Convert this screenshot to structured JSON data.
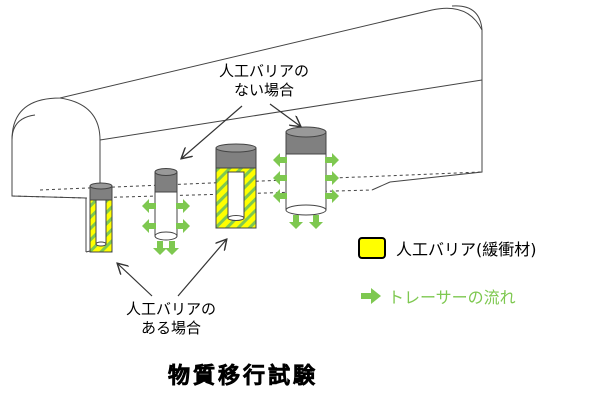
{
  "callouts": {
    "without_barrier_line1": "人工バリアの",
    "without_barrier_line2": "ない場合",
    "with_barrier_line1": "人工バリアの",
    "with_barrier_line2": "ある場合"
  },
  "legend": {
    "barrier_label": "人工バリア(緩衝材)",
    "barrier_color": "#ffff00",
    "tracer_label": "トレーサーの流れ",
    "tracer_color": "#7ec850"
  },
  "caption": "物質移行試験",
  "colors": {
    "cap": "#808080",
    "outline": "#555555",
    "tracer_arrow": "#7ec850"
  }
}
